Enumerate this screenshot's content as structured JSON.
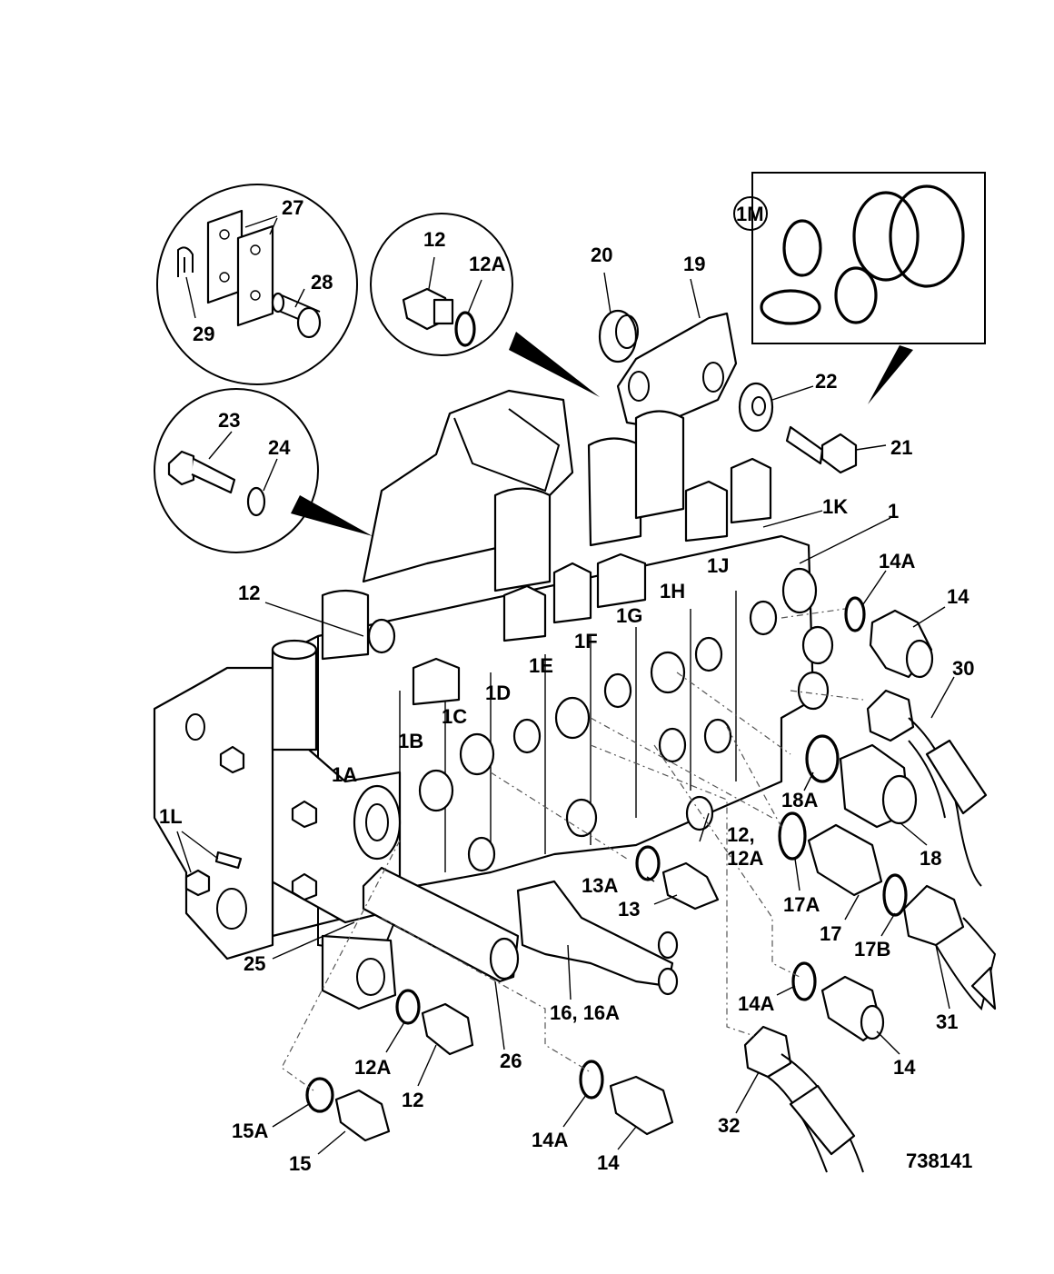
{
  "figure_number": "738141",
  "labels": {
    "l1": "1",
    "l1A": "1A",
    "l1B": "1B",
    "l1C": "1C",
    "l1D": "1D",
    "l1E": "1E",
    "l1F": "1F",
    "l1G": "1G",
    "l1H": "1H",
    "l1J": "1J",
    "l1K": "1K",
    "l1L": "1L",
    "l1M": "1M",
    "l12a": "12",
    "l12b": "12",
    "l12c": "12",
    "l12A_a": "12A",
    "l12A_b": "12A",
    "l12_12A_1": "12,",
    "l12_12A_2": "12A",
    "l13": "13",
    "l13A": "13A",
    "l14a": "14",
    "l14b": "14",
    "l14c": "14",
    "l14Aa": "14A",
    "l14Ab": "14A",
    "l14Ac": "14A",
    "l15": "15",
    "l15A": "15A",
    "l16": "16, 16A",
    "l17": "17",
    "l17A": "17A",
    "l17B": "17B",
    "l18": "18",
    "l18A": "18A",
    "l19": "19",
    "l20": "20",
    "l21": "21",
    "l22": "22",
    "l23": "23",
    "l24": "24",
    "l25": "25",
    "l26": "26",
    "l27": "27",
    "l28": "28",
    "l29": "29",
    "l30": "30",
    "l31": "31",
    "l32": "32"
  },
  "colors": {
    "line": "#000000",
    "background": "#ffffff",
    "shade": "#e6e6e6"
  }
}
